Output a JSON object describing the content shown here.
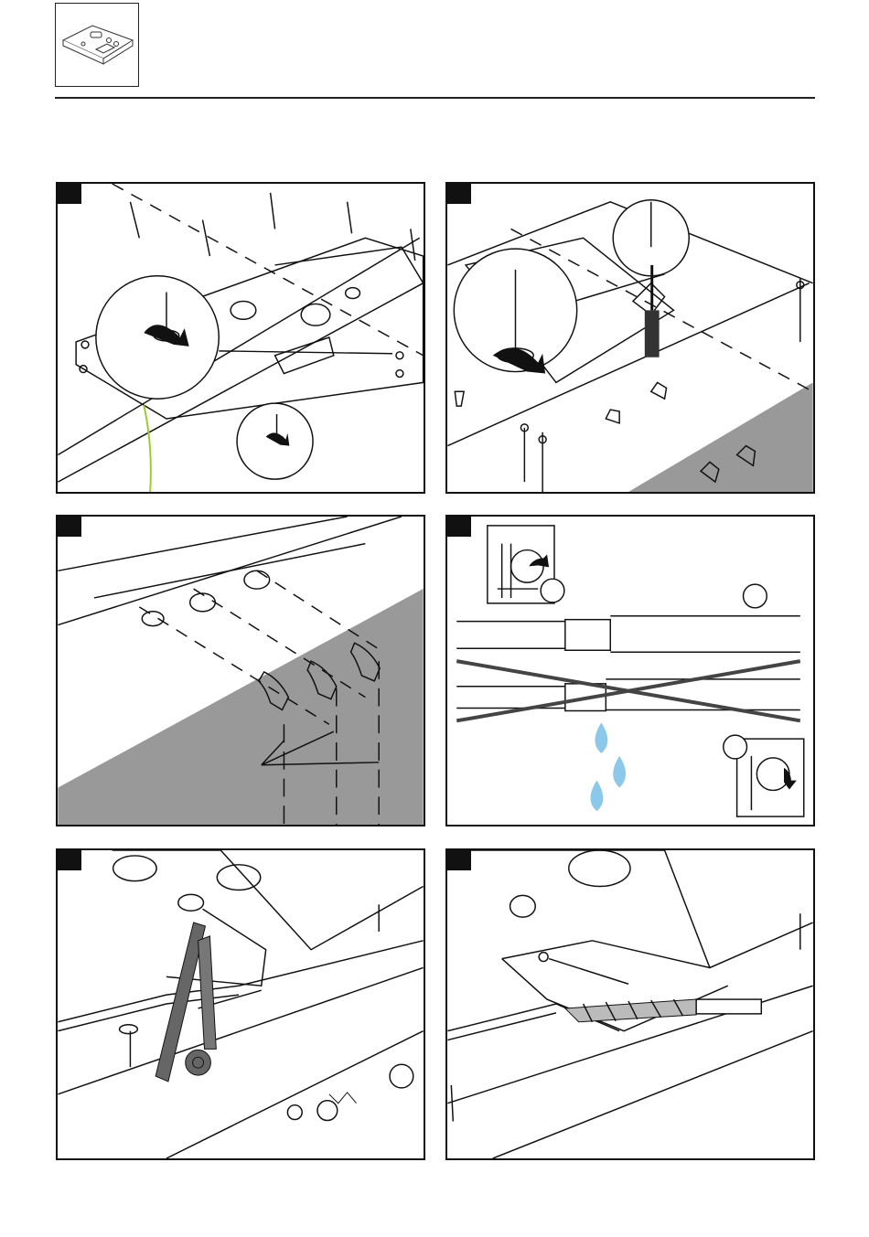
{
  "document": {
    "header_thumbnail_icon": "shower-tray-product-icon",
    "panels": [
      {
        "id": "step-1",
        "icon": "tray-screw-mounting-illustration"
      },
      {
        "id": "step-2",
        "icon": "tray-drain-screwdriver-illustration"
      },
      {
        "id": "step-3",
        "icon": "pipe-connector-illustration"
      },
      {
        "id": "step-4",
        "icon": "valve-leak-check-illustration"
      },
      {
        "id": "step-5",
        "icon": "sealant-tape-illustration"
      },
      {
        "id": "step-6",
        "icon": "drill-bit-illustration"
      }
    ]
  }
}
